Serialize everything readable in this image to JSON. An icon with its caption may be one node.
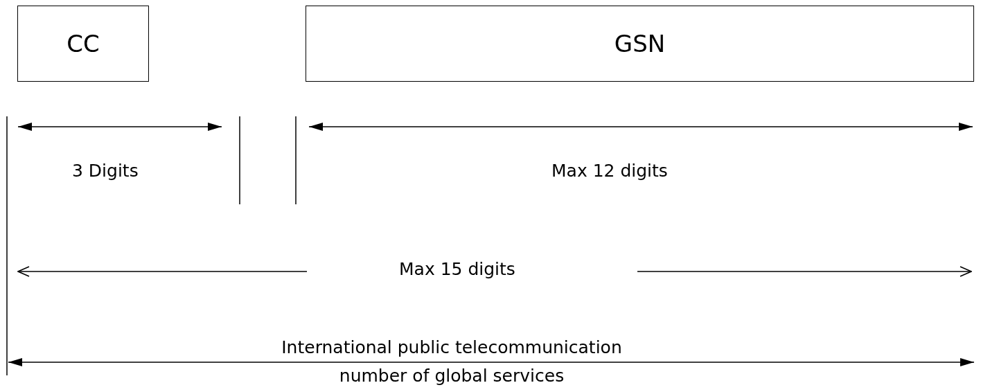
{
  "diagram": {
    "nodes": [
      {
        "text": [
          "CC"
        ]
      },
      {
        "text": [
          "GSN"
        ]
      }
    ],
    "edges": [],
    "labels": [
      "3 Digits",
      "Max 12 digits",
      "Max 15 digits",
      "International public telecommunication number of global services"
    ]
  }
}
